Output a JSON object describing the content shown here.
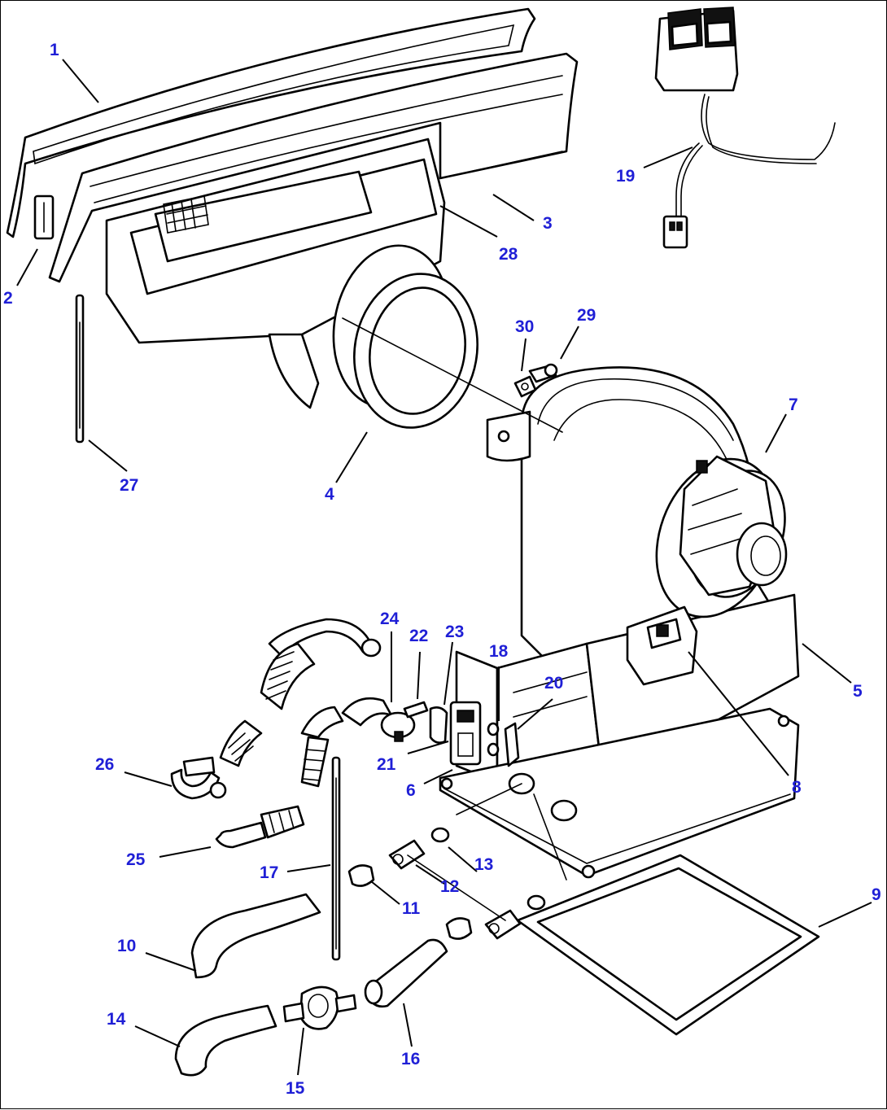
{
  "callouts": [
    {
      "id": "c1",
      "label": "1"
    },
    {
      "id": "c2",
      "label": "2"
    },
    {
      "id": "c3",
      "label": "3"
    },
    {
      "id": "c4",
      "label": "4"
    },
    {
      "id": "c5",
      "label": "5"
    },
    {
      "id": "c6",
      "label": "6"
    },
    {
      "id": "c7",
      "label": "7"
    },
    {
      "id": "c8",
      "label": "8"
    },
    {
      "id": "c9",
      "label": "9"
    },
    {
      "id": "c10",
      "label": "10"
    },
    {
      "id": "c11",
      "label": "11"
    },
    {
      "id": "c12",
      "label": "12"
    },
    {
      "id": "c13",
      "label": "13"
    },
    {
      "id": "c14",
      "label": "14"
    },
    {
      "id": "c15",
      "label": "15"
    },
    {
      "id": "c16",
      "label": "16"
    },
    {
      "id": "c17",
      "label": "17"
    },
    {
      "id": "c18",
      "label": "18"
    },
    {
      "id": "c19",
      "label": "19"
    },
    {
      "id": "c20",
      "label": "20"
    },
    {
      "id": "c21",
      "label": "21"
    },
    {
      "id": "c22",
      "label": "22"
    },
    {
      "id": "c23",
      "label": "23"
    },
    {
      "id": "c24",
      "label": "24"
    },
    {
      "id": "c25",
      "label": "25"
    },
    {
      "id": "c26",
      "label": "26"
    },
    {
      "id": "c27",
      "label": "27"
    },
    {
      "id": "c28",
      "label": "28"
    },
    {
      "id": "c29",
      "label": "29"
    },
    {
      "id": "c30",
      "label": "30"
    }
  ],
  "colors": {
    "callout": "#1f1fd6",
    "line": "#000000",
    "background": "#ffffff"
  }
}
